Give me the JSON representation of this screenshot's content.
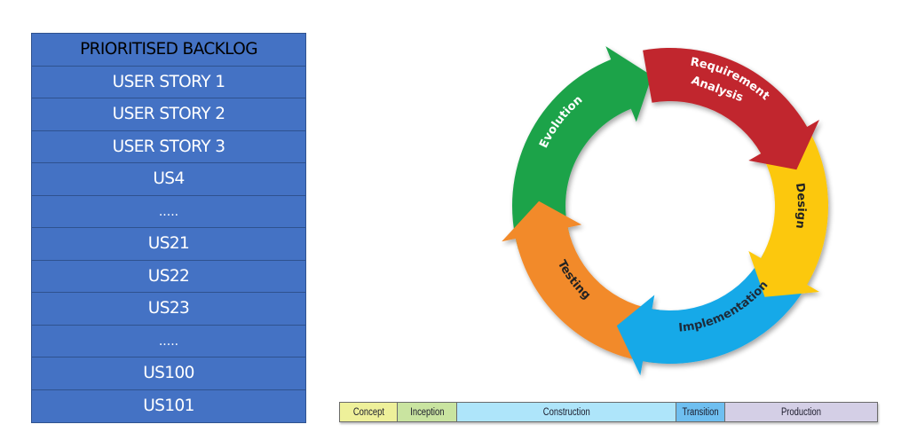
{
  "backlog": {
    "header": "PRIORITISED BACKLOG",
    "items": [
      "USER STORY 1",
      "USER STORY 2",
      "USER STORY 3",
      "US4",
      ".....",
      "US21",
      "US22",
      "US23",
      ".....",
      "US100",
      "US101"
    ]
  },
  "cycle": {
    "stages": [
      {
        "label_line1": "Requirement",
        "label_line2": "Analysis",
        "color": "#c1272d",
        "text_color": "#ffffff"
      },
      {
        "label_line1": "Design",
        "label_line2": "",
        "color": "#fcc80a",
        "text_color": "#222222"
      },
      {
        "label_line1": "Implementation",
        "label_line2": "",
        "color": "#13a9e8",
        "text_color": "#1d2b3a"
      },
      {
        "label_line1": "Testing",
        "label_line2": "",
        "color": "#f28a2b",
        "text_color": "#222222"
      },
      {
        "label_line1": "Evolution",
        "label_line2": "",
        "color": "#1aa34a",
        "text_color": "#ffffff"
      }
    ]
  },
  "phases": [
    {
      "label": "Concept",
      "color": "#eef09a"
    },
    {
      "label": "Inception",
      "color": "#c9e4a0"
    },
    {
      "label": "Construction",
      "color": "#aee5fa"
    },
    {
      "label": "Transition",
      "color": "#6fbff0"
    },
    {
      "label": "Production",
      "color": "#d4cfe6"
    }
  ]
}
